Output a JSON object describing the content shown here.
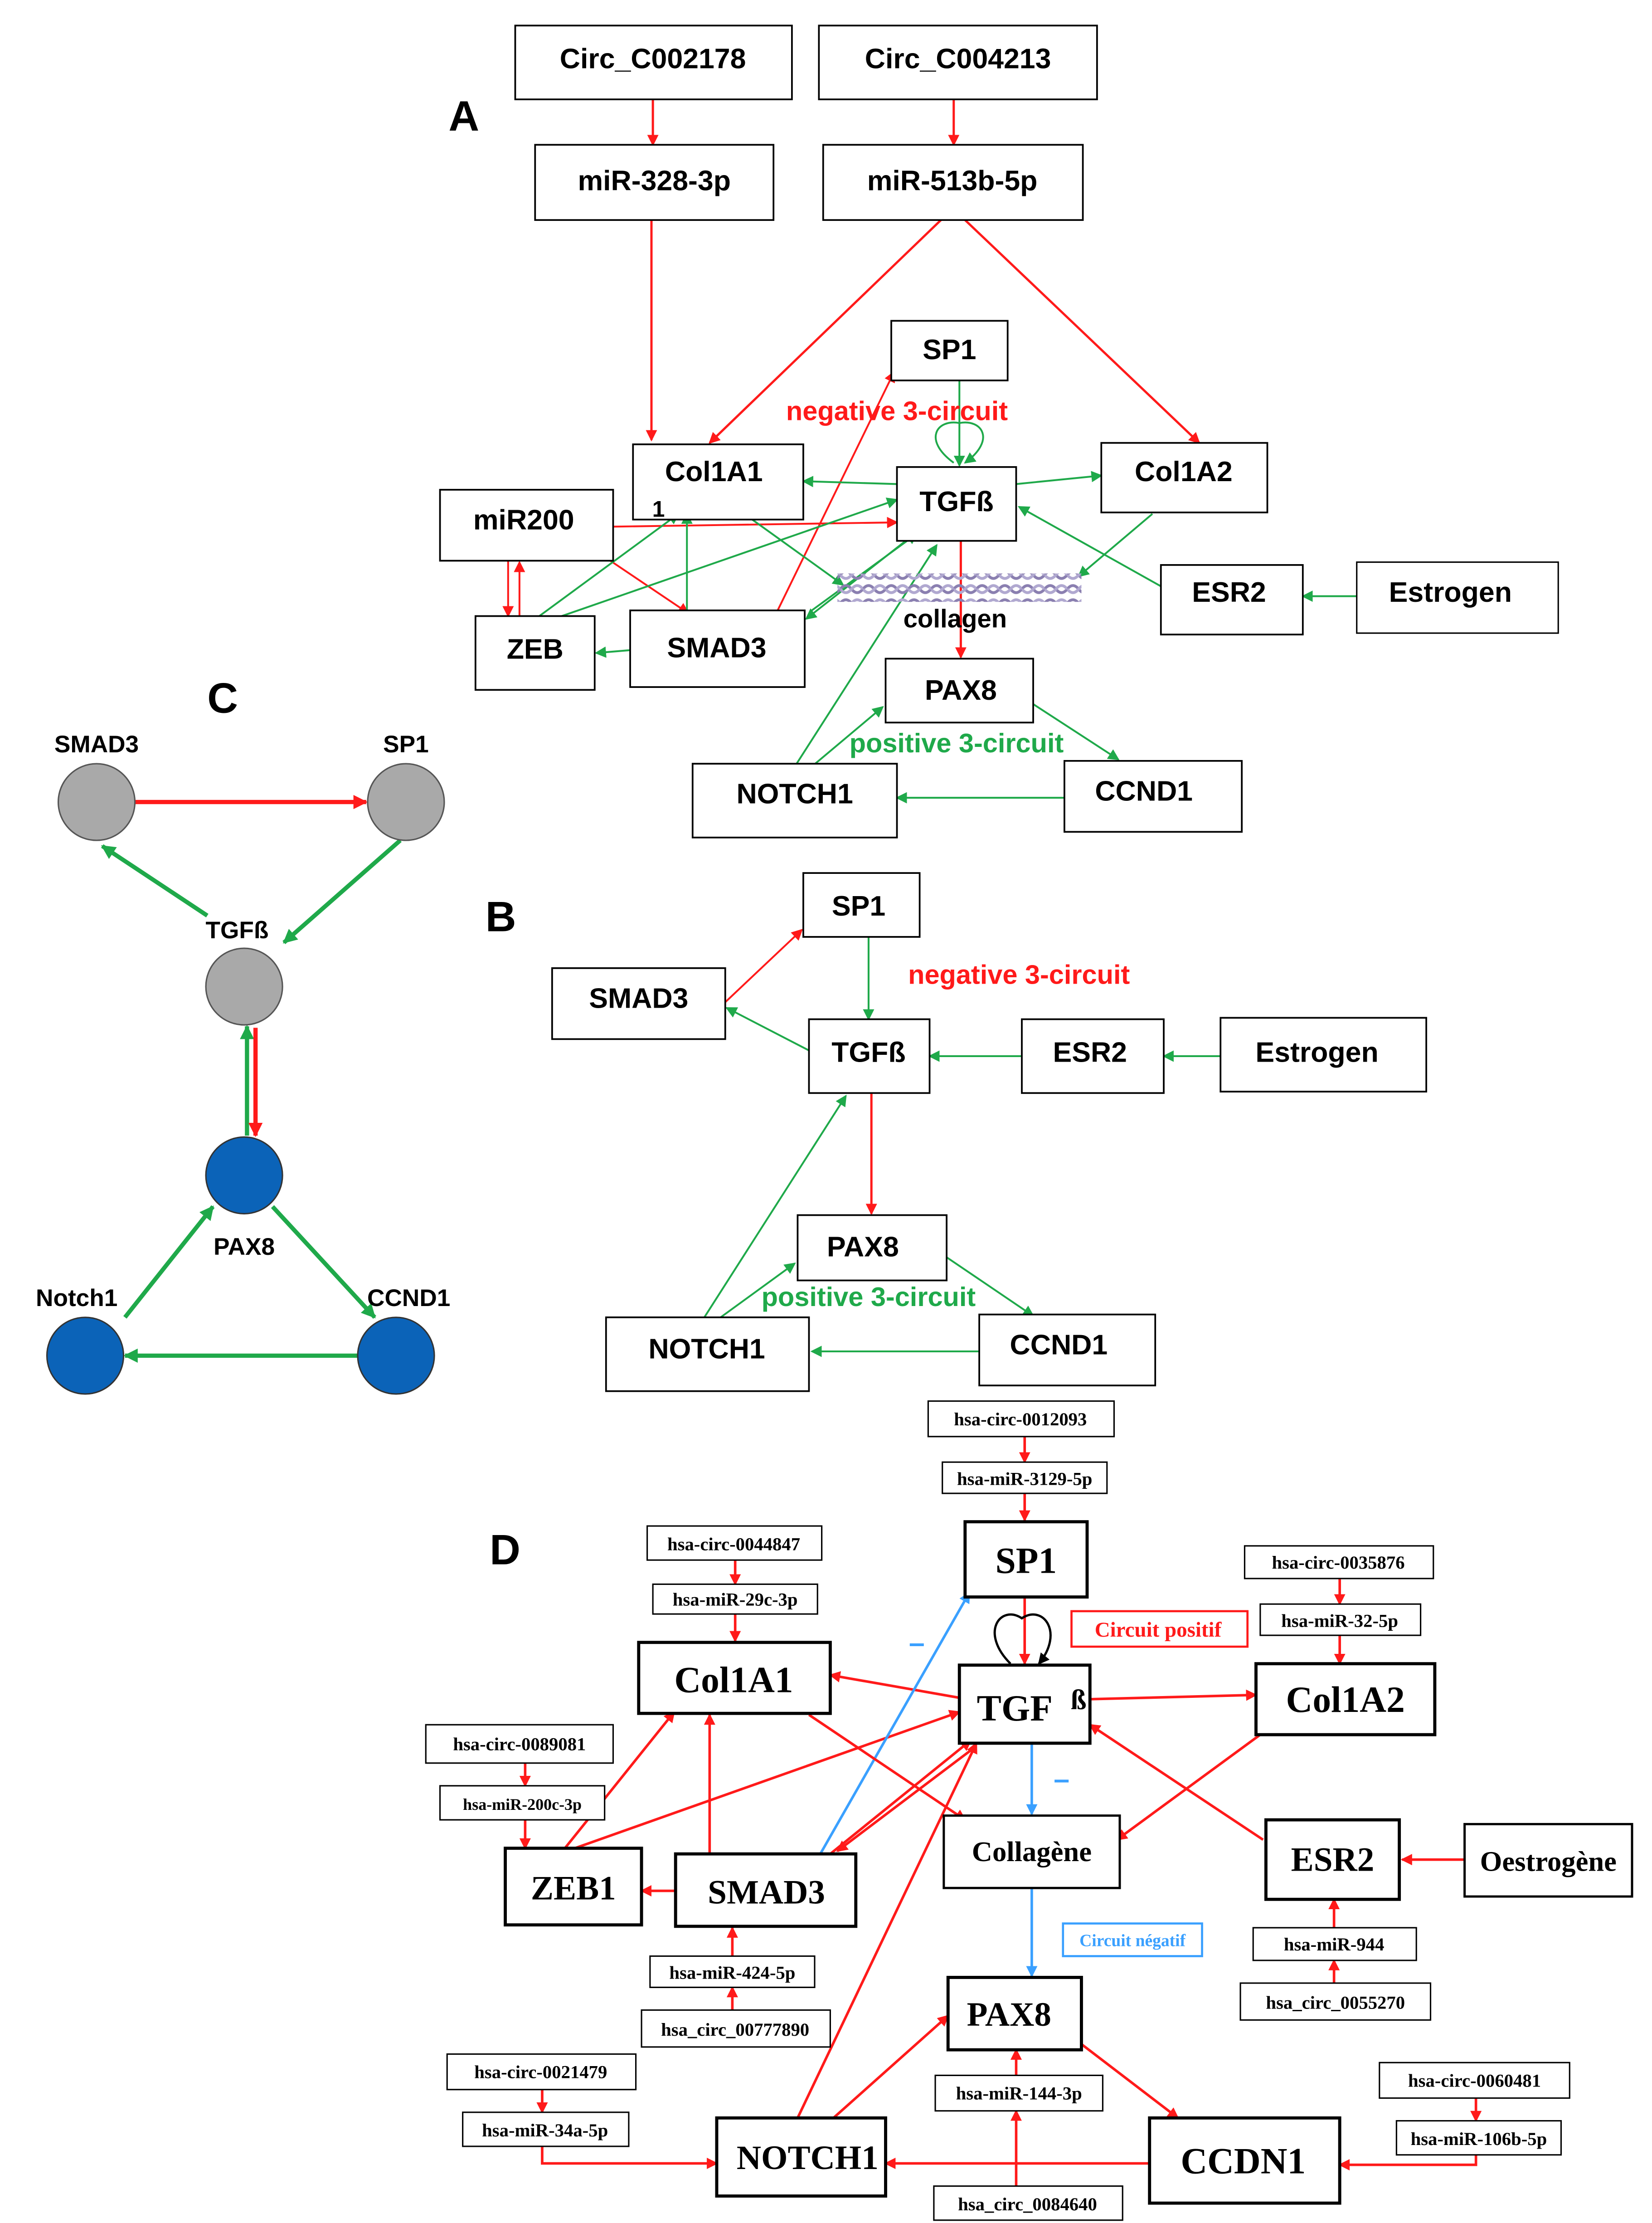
{
  "colors": {
    "red": "#ff1a1a",
    "green": "#1fa94a",
    "blue": "#3aa0ff",
    "gray_node": "#a9a9a9",
    "blue_node": "#0b63b8",
    "black": "#000000"
  },
  "panels": {
    "a": {
      "label": "A"
    },
    "b": {
      "label": "B"
    },
    "c": {
      "label": "C"
    },
    "d": {
      "label": "D"
    }
  },
  "panel_a": {
    "nodes": {
      "circ_c002178": "Circ_C002178",
      "circ_c004213": "Circ_C004213",
      "mir_328_3p": "miR-328-3p",
      "mir_513b_5p": "miR-513b-5p",
      "sp1": "SP1",
      "col1a1_line1": "Col1A1",
      "col1a1_line2": "1",
      "tgfb": "TGFß",
      "col1a2": "Col1A2",
      "mir200": "miR200",
      "esr2": "ESR2",
      "estrogen": "Estrogen",
      "zeb": "ZEB",
      "smad3": "SMAD3",
      "collagen": "collagen",
      "pax8": "PAX8",
      "notch1": "NOTCH1",
      "ccnd1": "CCND1"
    },
    "labels": {
      "negative_circuit": "negative 3-circuit",
      "positive_circuit": "positive 3-circuit"
    }
  },
  "panel_b": {
    "nodes": {
      "sp1": "SP1",
      "smad3": "SMAD3",
      "tgfb": "TGFß",
      "esr2": "ESR2",
      "estrogen": "Estrogen",
      "pax8": "PAX8",
      "notch1": "NOTCH1",
      "ccnd1": "CCND1"
    },
    "labels": {
      "negative_circuit": "negative 3-circuit",
      "positive_circuit": "positive 3-circuit"
    }
  },
  "panel_c": {
    "nodes": {
      "smad3": "SMAD3",
      "sp1": "SP1",
      "tgfb": "TGFß",
      "pax8": "PAX8",
      "notch1": "Notch1",
      "ccnd1": "CCND1"
    }
  },
  "panel_d": {
    "nodes": {
      "circ_0012093": "hsa-circ-0012093",
      "mir_3129_5p": "hsa-miR-3129-5p",
      "sp1": "SP1",
      "circ_0044847": "hsa-circ-0044847",
      "mir_29c_3p": "hsa-miR-29c-3p",
      "col1a1": "Col1A1",
      "tgfb": "TGF",
      "tgfb_sup": "ß",
      "circ_0035876": "hsa-circ-0035876",
      "mir_32_5p": "hsa-miR-32-5p",
      "col1a2": "Col1A2",
      "circ_0089081": "hsa-circ-0089081",
      "mir_200c_3p": "hsa-miR-200c-3p",
      "zeb1": "ZEB1",
      "smad3": "SMAD3",
      "collagene": "Collagène",
      "esr2": "ESR2",
      "oestrogene": "Oestrogène",
      "mir_424_5p": "hsa-miR-424-5p",
      "circ_00777890": "hsa_circ_00777890",
      "mir_944": "hsa-miR-944",
      "circ_0055270": "hsa_circ_0055270",
      "pax8": "PAX8",
      "circ_0021479": "hsa-circ-0021479",
      "mir_34a_5p": "hsa-miR-34a-5p",
      "mir_144_3p": "hsa-miR-144-3p",
      "circ_0060481": "hsa-circ-0060481",
      "mir_106b_5p": "hsa-miR-106b-5p",
      "notch1": "NOTCH1",
      "ccdn1": "CCDN1",
      "circ_0084640": "hsa_circ_0084640"
    },
    "labels": {
      "circuit_positif": "Circuit positif",
      "circuit_negatif": "Circuit négatif",
      "minus": "–"
    }
  }
}
